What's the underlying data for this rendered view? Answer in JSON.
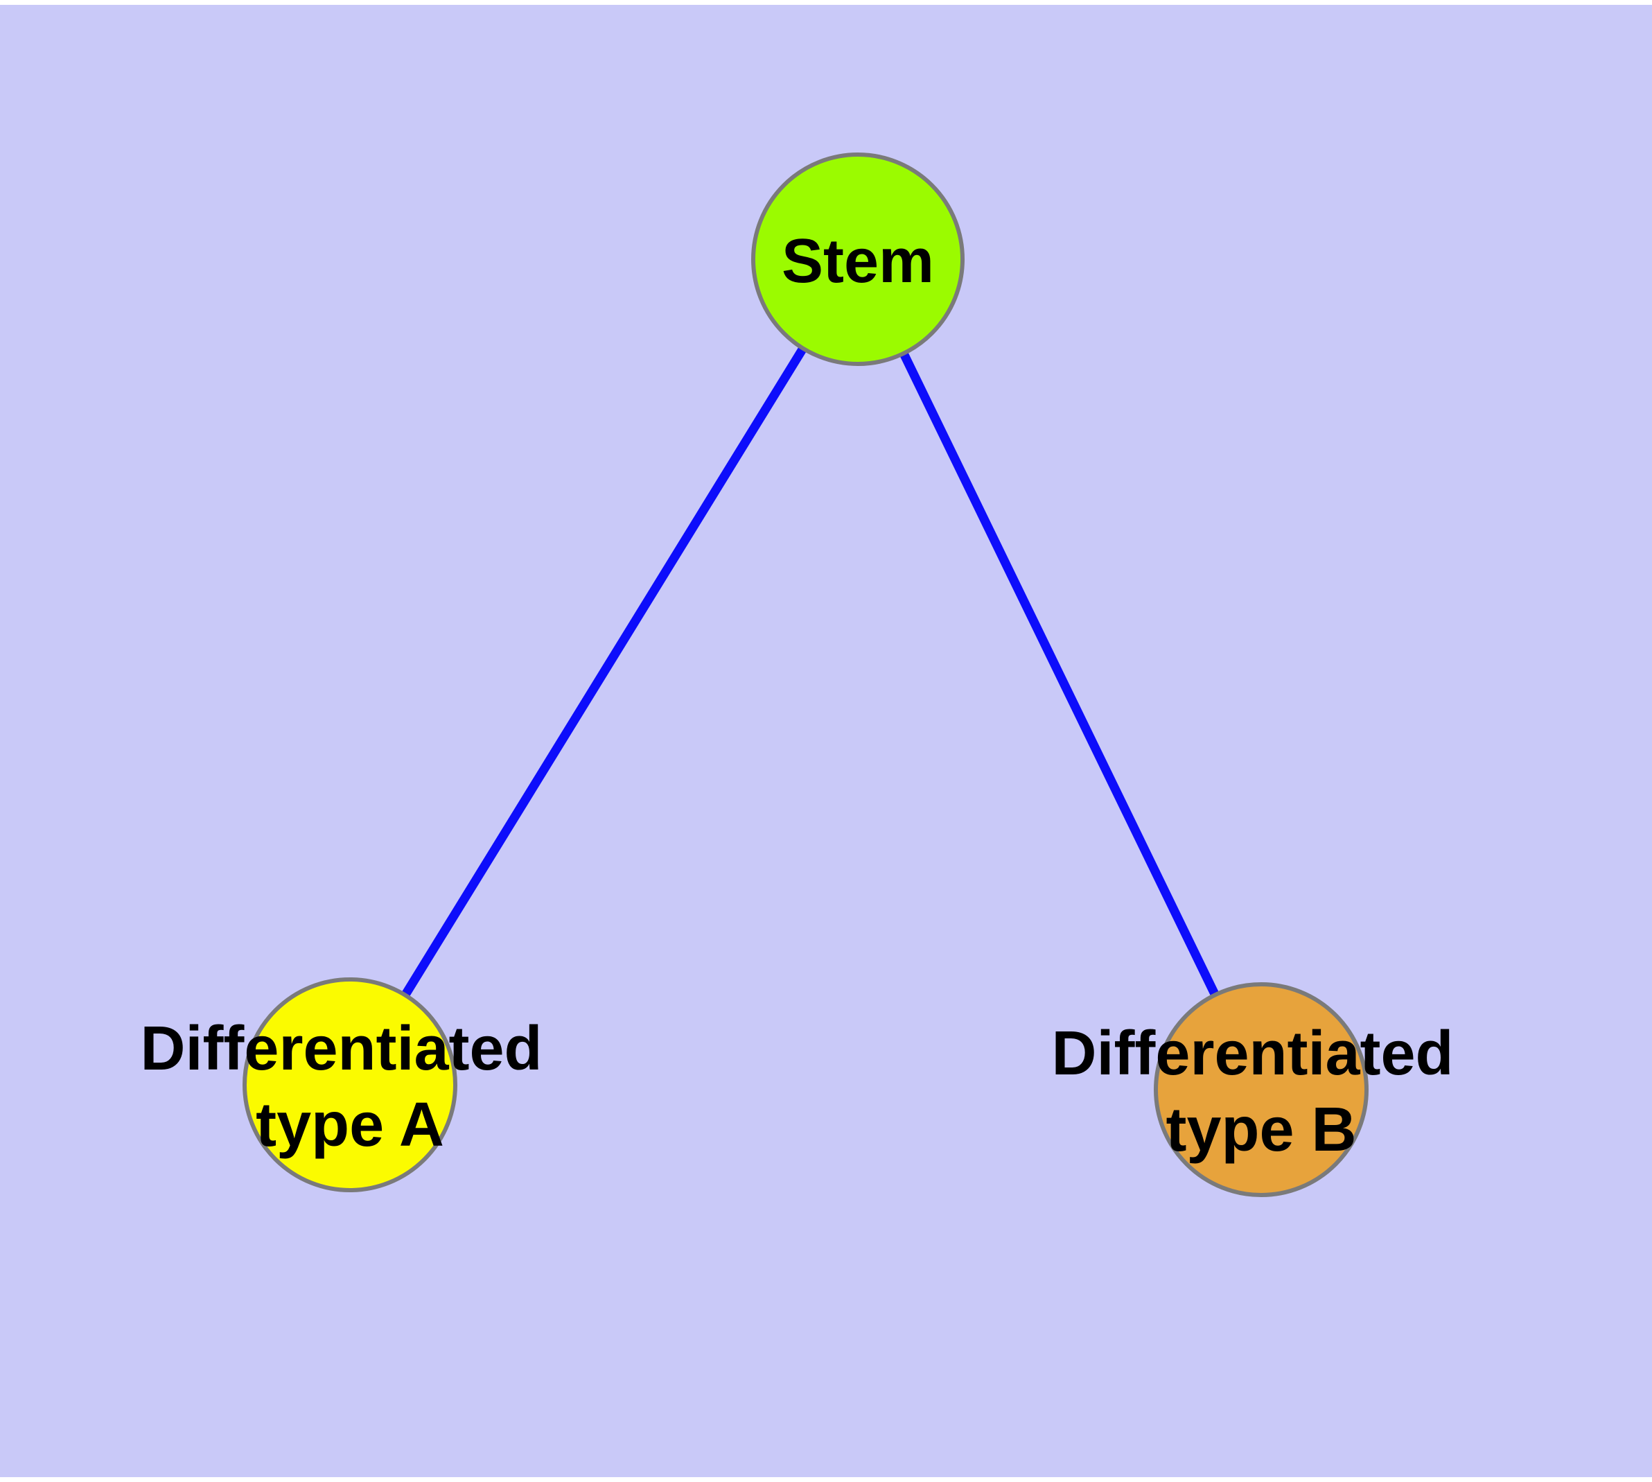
{
  "diagram": {
    "type": "node-link-graph",
    "colors": {
      "page_margin": "#ffffff",
      "plot_background": "#c9c9f8",
      "edge": "#0d0dfb",
      "node_border": "#7a7a7a",
      "label": "#000000"
    },
    "nodes": [
      {
        "id": "stem",
        "label": "Stem",
        "lines": [
          "Stem"
        ],
        "fill": "#9bfb00"
      },
      {
        "id": "differentiated-type-a",
        "label": "Differentiated type A",
        "lines": [
          "Differentiated",
          "type A"
        ],
        "fill": "#fbfb00"
      },
      {
        "id": "differentiated-type-b",
        "label": "Differentiated type B",
        "lines": [
          "Differentiated",
          "type B"
        ],
        "fill": "#e7a33c"
      }
    ],
    "edges": [
      {
        "from": "Stem",
        "to": "Differentiated type A"
      },
      {
        "from": "Stem",
        "to": "Differentiated type B"
      }
    ]
  }
}
